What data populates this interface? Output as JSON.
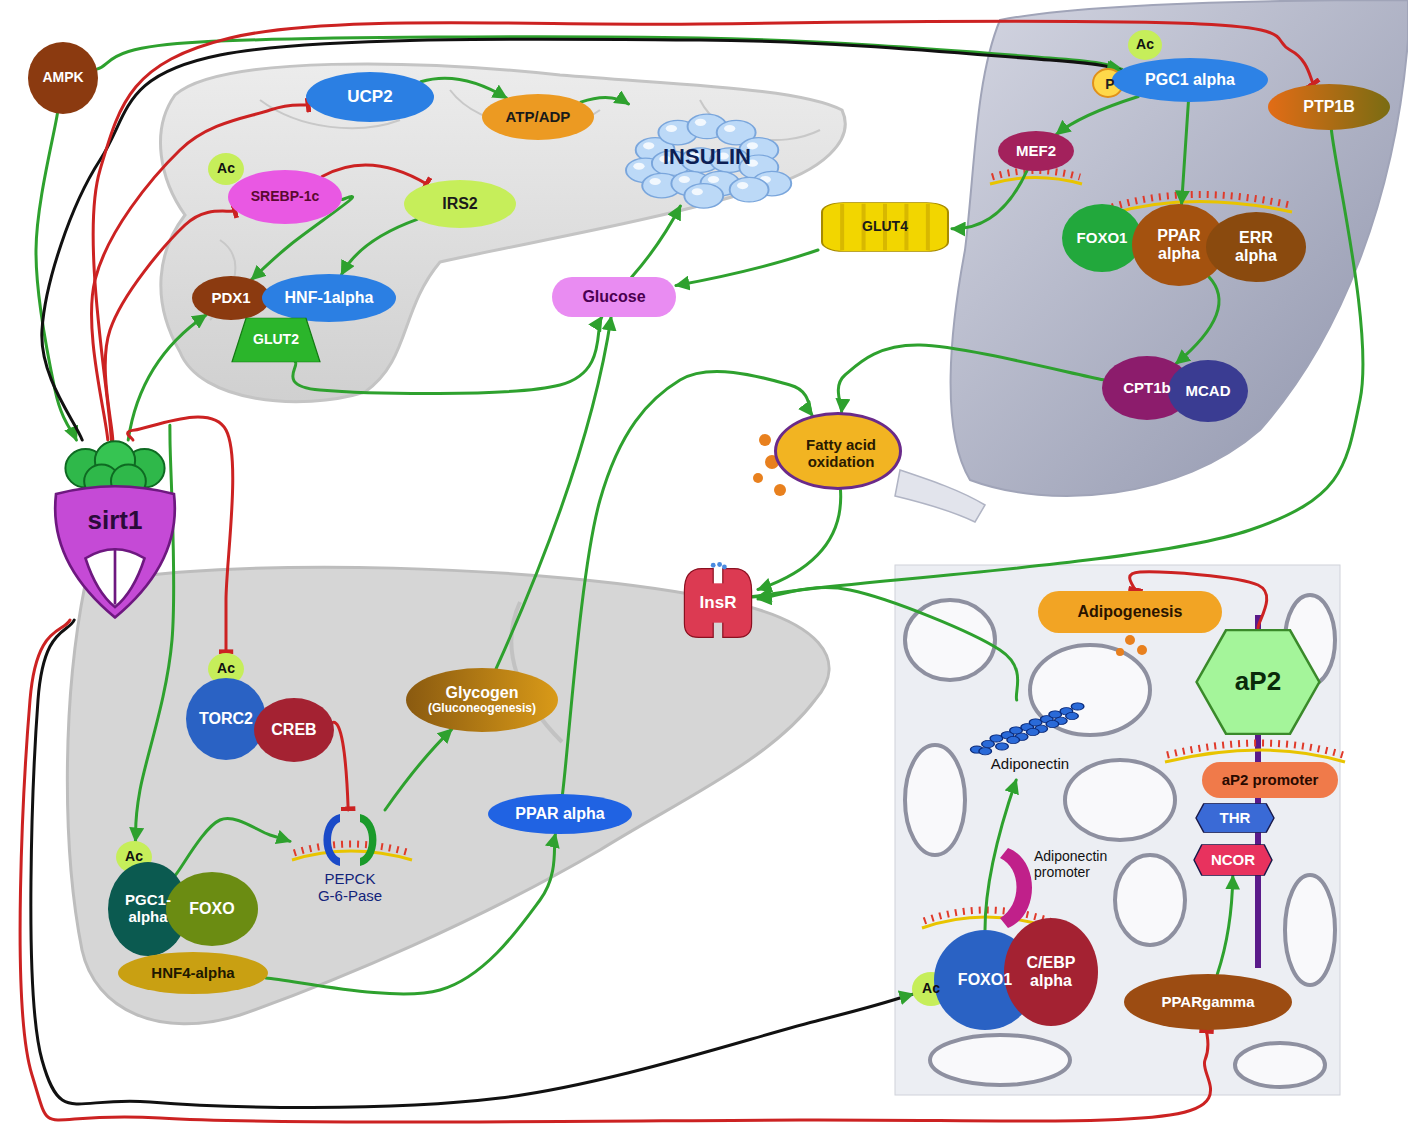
{
  "diagram": {
    "nodes": [
      {
        "text": [
          "AMPK"
        ]
      },
      {
        "text": [
          "UCP2"
        ]
      },
      {
        "text": [
          "ATP/ADP"
        ]
      },
      {
        "text": [
          "INSULIN"
        ]
      },
      {
        "text": [
          "Ac"
        ]
      },
      {
        "text": [
          "P"
        ]
      },
      {
        "text": [
          "PGC1 alpha"
        ]
      },
      {
        "text": [
          "PTP1B"
        ]
      },
      {
        "text": [
          "Ac"
        ]
      },
      {
        "text": [
          "SREBP-1c"
        ]
      },
      {
        "text": [
          "IRS2"
        ]
      },
      {
        "text": [
          "MEF2"
        ]
      },
      {
        "text": [
          "GLUT4"
        ]
      },
      {
        "text": [
          "PDX1"
        ]
      },
      {
        "text": [
          "HNF-1alpha"
        ]
      },
      {
        "text": [
          "GLUT2"
        ]
      },
      {
        "text": [
          "Glucose"
        ]
      },
      {
        "text": [
          "FOXO1"
        ]
      },
      {
        "text": [
          "PPAR alpha"
        ]
      },
      {
        "text": [
          "ERR alpha"
        ]
      },
      {
        "text": [
          "CPT1b"
        ]
      },
      {
        "text": [
          "MCAD"
        ]
      },
      {
        "text": [
          "Fatty acid oxidation"
        ]
      },
      {
        "text": [
          "sirt1"
        ]
      },
      {
        "text": [
          "InsR"
        ]
      },
      {
        "text": [
          "Adipogenesis"
        ]
      },
      {
        "text": [
          "aP2"
        ]
      },
      {
        "text": [
          "Ac"
        ]
      },
      {
        "text": [
          "TORC2"
        ]
      },
      {
        "text": [
          "CREB"
        ]
      },
      {
        "text": [
          "Glycogen",
          "(Gluconeogenesis)"
        ]
      },
      {
        "text": [
          "Adiponectin"
        ]
      },
      {
        "text": [
          "aP2 promoter"
        ]
      },
      {
        "text": [
          "PPAR alpha"
        ]
      },
      {
        "text": [
          "THR"
        ]
      },
      {
        "text": [
          "PEPCK G-6-Pase"
        ]
      },
      {
        "text": [
          "NCOR"
        ]
      },
      {
        "text": [
          "Ac"
        ]
      },
      {
        "text": [
          "PGC1- alpha"
        ]
      },
      {
        "text": [
          "FOXO"
        ]
      },
      {
        "text": [
          "HNF4-alpha"
        ]
      },
      {
        "text": [
          "Ac"
        ]
      },
      {
        "text": [
          "FOXO1"
        ]
      },
      {
        "text": [
          "C/EBP alpha"
        ]
      },
      {
        "text": [
          "PPARgamma"
        ]
      }
    ],
    "edges": [
      {
        "from": 0,
        "to": 23,
        "arrow": "to"
      },
      {
        "from": 0,
        "to": 6,
        "arrow": "to"
      },
      {
        "from": 23,
        "to": 6,
        "arrow": "to"
      },
      {
        "from": 23,
        "to": 7,
        "arrow": "to"
      },
      {
        "from": 23,
        "to": 1,
        "arrow": "to"
      },
      {
        "from": 23,
        "to": 9,
        "arrow": "to"
      },
      {
        "from": 23,
        "to": 13,
        "arrow": "to"
      },
      {
        "from": 23,
        "to": 27,
        "arrow": "to"
      },
      {
        "from": 23,
        "to": 37,
        "arrow": "to"
      },
      {
        "from": 23,
        "to": 41,
        "arrow": "to"
      },
      {
        "from": 23,
        "to": 44,
        "arrow": "to"
      },
      {
        "from": 1,
        "to": 2,
        "arrow": "to"
      },
      {
        "from": 2,
        "to": 3,
        "arrow": "to"
      },
      {
        "from": 9,
        "to": 10,
        "arrow": "to"
      },
      {
        "from": 9,
        "to": 13,
        "arrow": "to"
      },
      {
        "from": 10,
        "to": 14,
        "arrow": "to"
      },
      {
        "from": 15,
        "to": 16,
        "arrow": "to"
      },
      {
        "from": 16,
        "to": 3,
        "arrow": "to"
      },
      {
        "from": 12,
        "to": 16,
        "arrow": "to"
      },
      {
        "from": 11,
        "to": 12,
        "arrow": "to"
      },
      {
        "from": 6,
        "to": 11,
        "arrow": "to"
      },
      {
        "from": 6,
        "to": 18,
        "arrow": "to"
      },
      {
        "from": 18,
        "to": 20,
        "arrow": "to"
      },
      {
        "from": 20,
        "to": 22,
        "arrow": "to"
      },
      {
        "from": 22,
        "to": 24,
        "arrow": "to"
      },
      {
        "from": 7,
        "to": 24,
        "arrow": "to"
      },
      {
        "from": 30,
        "to": 16,
        "arrow": "to"
      },
      {
        "from": 33,
        "to": 22,
        "arrow": "to"
      },
      {
        "from": 29,
        "to": 35,
        "arrow": "to"
      },
      {
        "from": 38,
        "to": 35,
        "arrow": "to"
      },
      {
        "from": 35,
        "to": 30,
        "arrow": "to"
      },
      {
        "from": 40,
        "to": 33,
        "arrow": "to"
      },
      {
        "from": 42,
        "to": 31,
        "arrow": "to"
      },
      {
        "from": 31,
        "to": 24,
        "arrow": "to"
      },
      {
        "from": 26,
        "to": 25,
        "arrow": "to"
      },
      {
        "from": 44,
        "to": 36,
        "arrow": "to"
      }
    ],
    "labels": [
      "Adiponectin promoter"
    ]
  }
}
